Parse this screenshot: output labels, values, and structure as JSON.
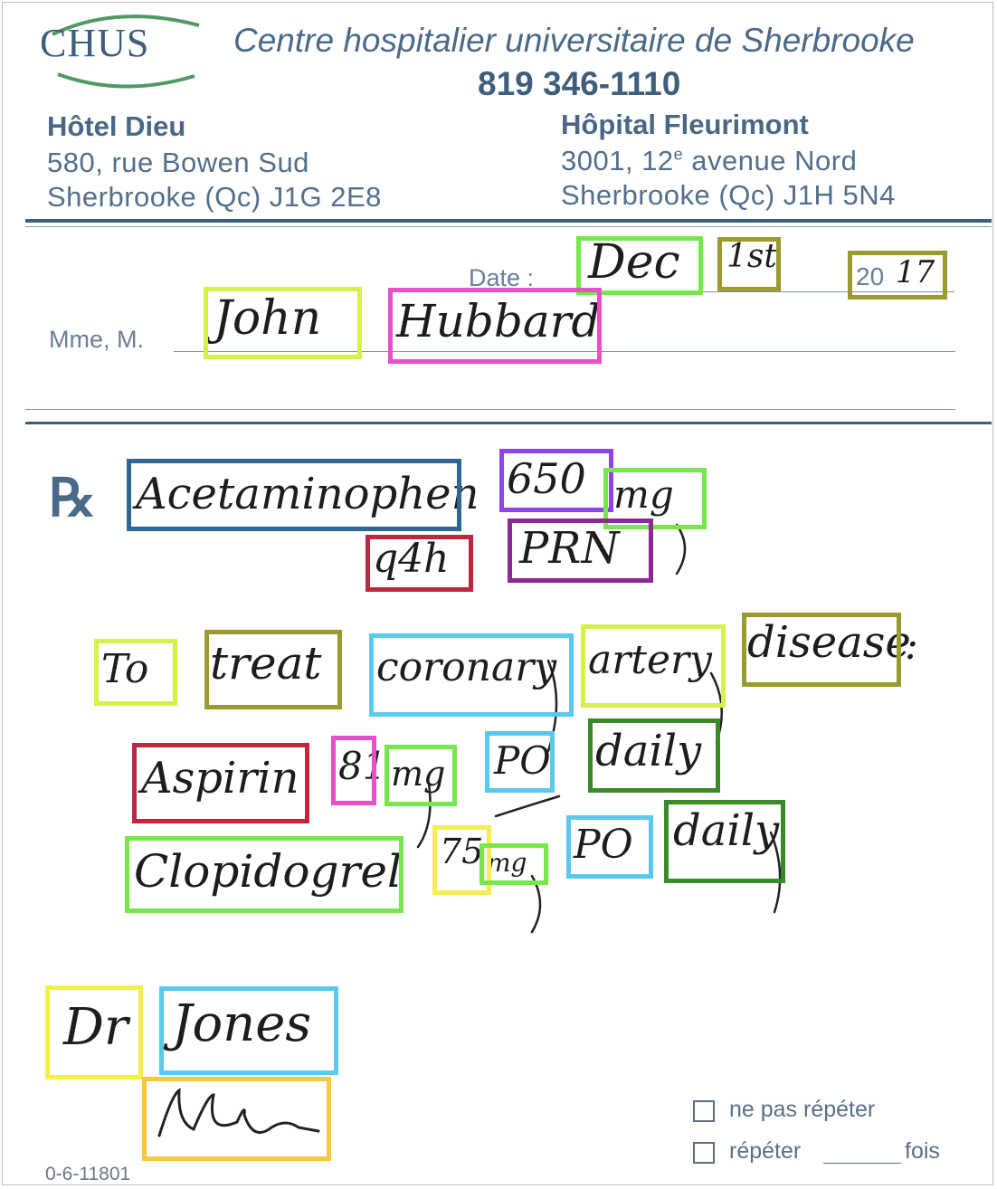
{
  "header": {
    "logo": "CHUS",
    "hospital_name": "Centre hospitalier universitaire de Sherbrooke",
    "phone": "819 346-1110",
    "site_left": {
      "name": "Hôtel Dieu",
      "line1": "580, rue Bowen Sud",
      "line2": "Sherbrooke (Qc)  J1G 2E8"
    },
    "site_right": {
      "name": "Hôpital Fleurimont",
      "line1_a": "3001, 12",
      "line1_sup": "e",
      "line1_b": " avenue Nord",
      "line2": "Sherbrooke (Qc)  J1H 5N4"
    }
  },
  "patient": {
    "date_label": "Date :",
    "month": "Dec",
    "day": "1st",
    "year_prefix": "20",
    "year_suffix": "17",
    "name_label": "Mme, M.",
    "first_name": "John",
    "last_name": "Hubbard"
  },
  "prescription": {
    "rx_symbol": "℞",
    "line1": {
      "drug": "Acetaminophen",
      "dose": "650",
      "unit": "mg",
      "frequency": "q4h",
      "prn": "PRN"
    },
    "indication": {
      "w1": "To",
      "w2": "treat",
      "w3": "coronary",
      "w4": "artery",
      "w5": "disease",
      "punct": ":"
    },
    "line2": {
      "drug": "Aspirin",
      "dose": "81",
      "unit": "mg",
      "route": "PO",
      "frequency": "daily"
    },
    "line3": {
      "drug": "Clopidogrel",
      "dose": "75",
      "unit": "mg",
      "route": "PO",
      "frequency": "daily"
    }
  },
  "signature": {
    "title": "Dr",
    "name": "Jones"
  },
  "footer": {
    "no_repeat": "ne pas répéter",
    "repeat_prefix": "répéter",
    "repeat_suffix": "fois",
    "form_code": "0-6-11801"
  },
  "box_colors": {
    "lime": "#d4f24a",
    "green": "#77e84c",
    "olive": "#9a9a2e",
    "magenta": "#e84fc9",
    "navy": "#2e6694",
    "purple": "#8e45e8",
    "plum": "#8b2a93",
    "red": "#c0263d",
    "sky": "#5bc8f0",
    "darkgreen": "#3b8a2a",
    "yellow": "#f6ee4a",
    "gold": "#f5c842"
  }
}
